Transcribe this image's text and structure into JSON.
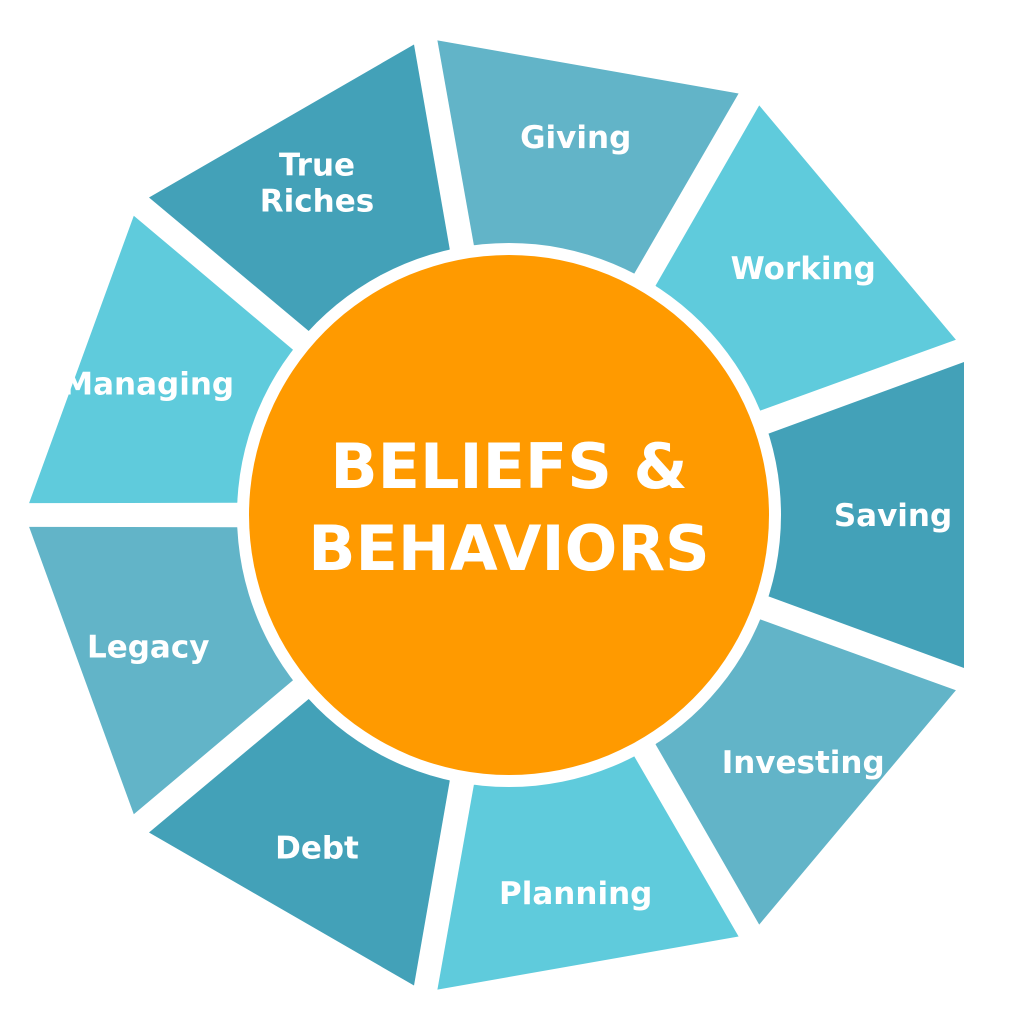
{
  "title_lines": [
    "BELIEFS &",
    "BEHAVIORS"
  ],
  "segments": [
    {
      "label": "True Riches",
      "lines": [
        "True",
        "Riches"
      ],
      "color": "#43A1B8"
    },
    {
      "label": "Giving",
      "lines": [
        "Giving"
      ],
      "color": "#62B4C8"
    },
    {
      "label": "Working",
      "lines": [
        "Working"
      ],
      "color": "#5FCBDC"
    },
    {
      "label": "Saving",
      "lines": [
        "Saving"
      ],
      "color": "#43A1B8"
    },
    {
      "label": "Investing",
      "lines": [
        "Investing"
      ],
      "color": "#62B4C8"
    },
    {
      "label": "Planning",
      "lines": [
        "Planning"
      ],
      "color": "#5FCBDC"
    },
    {
      "label": "Debt",
      "lines": [
        "Debt"
      ],
      "color": "#43A1B8"
    },
    {
      "label": "Legacy",
      "lines": [
        "Legacy"
      ],
      "color": "#62B4C8"
    },
    {
      "label": "Managing",
      "lines": [
        "Managing"
      ],
      "color": "#5FCBDC"
    }
  ],
  "colors": {
    "center": "#FF9A00",
    "gap": "#FFFFFF"
  }
}
